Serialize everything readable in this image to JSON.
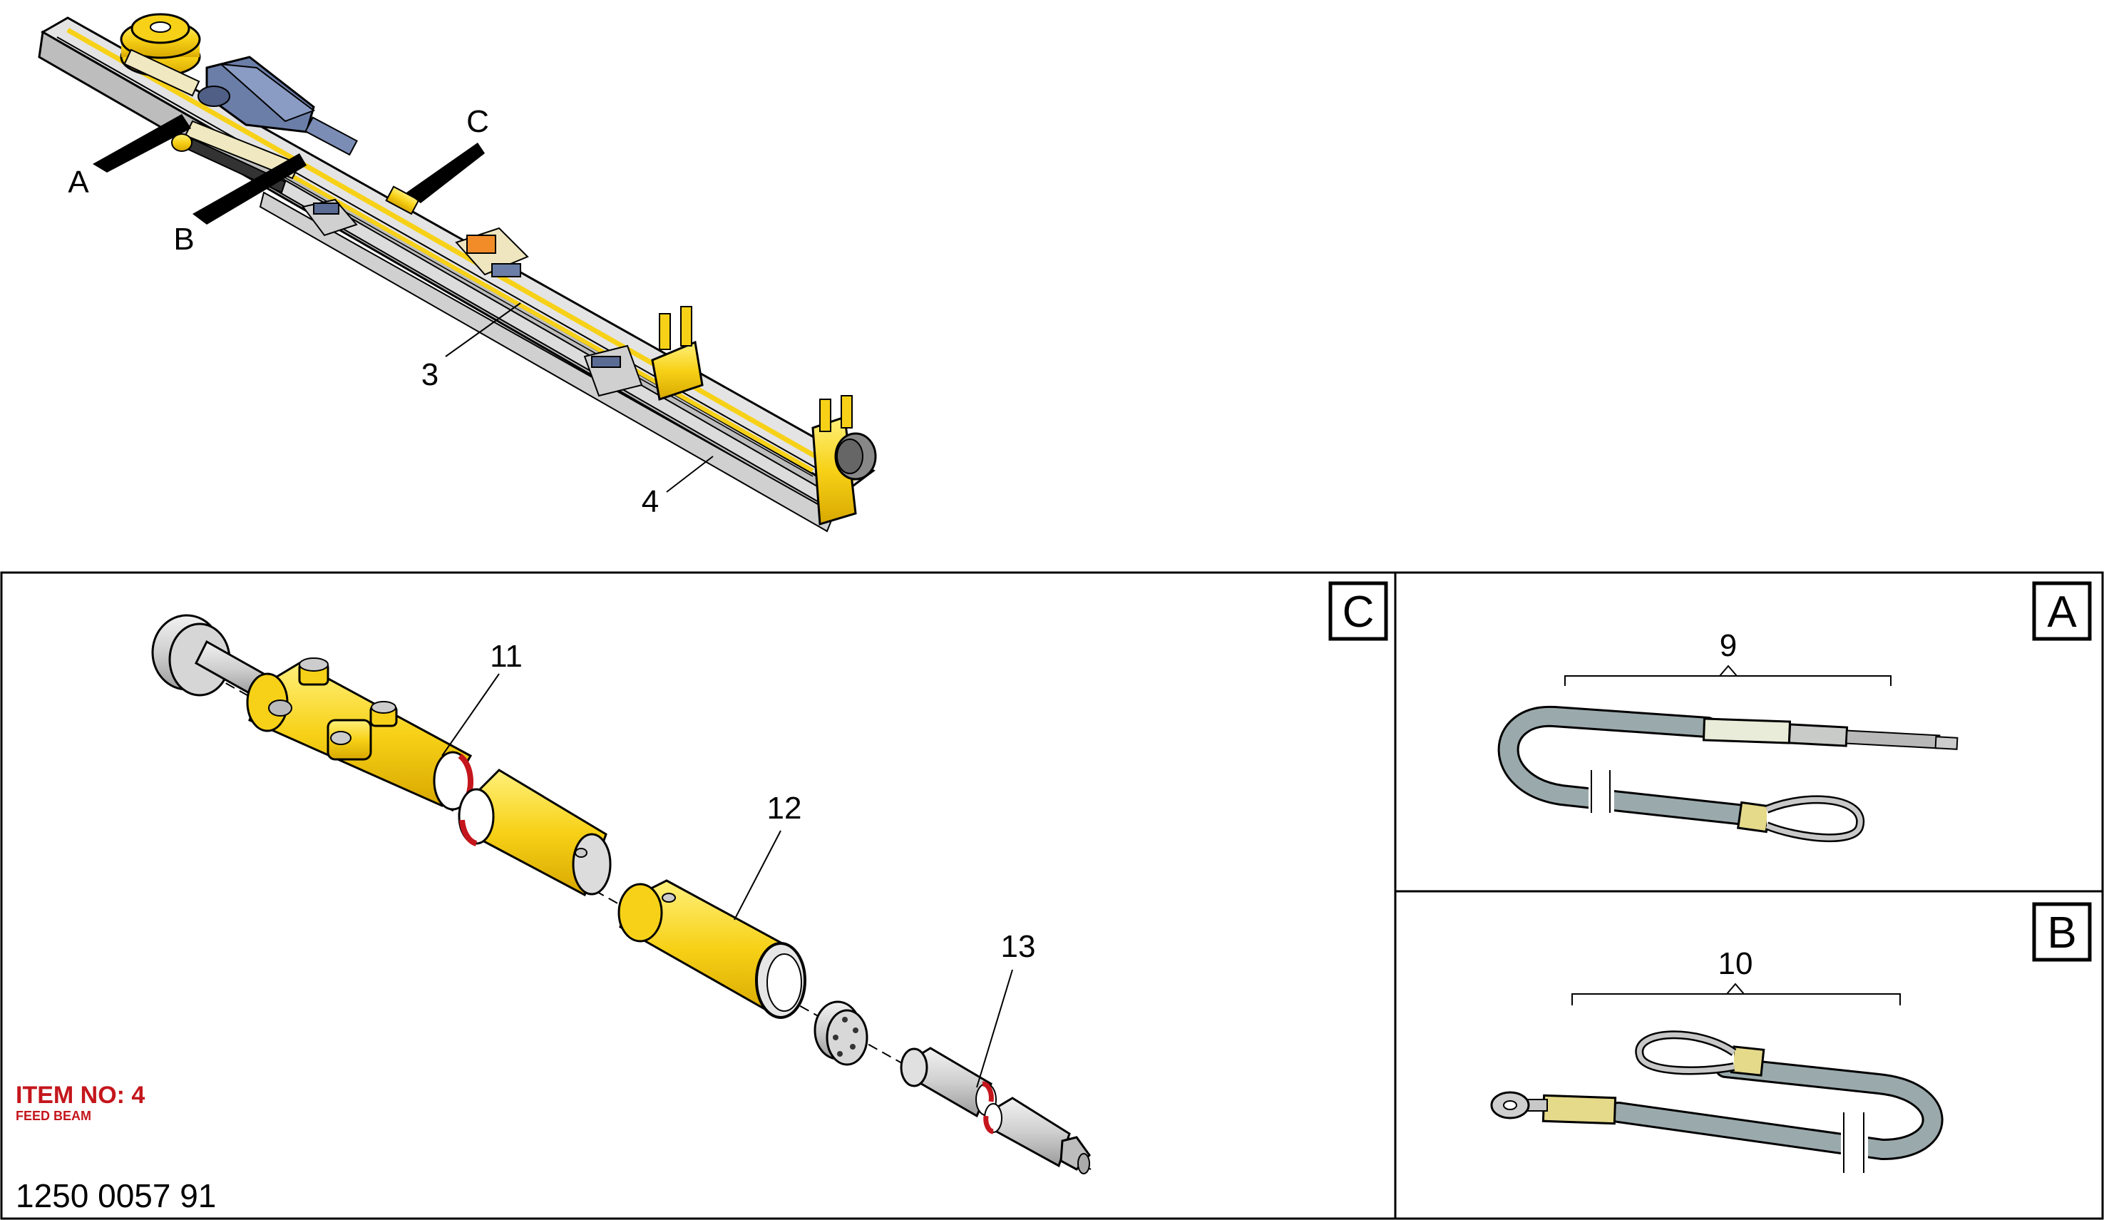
{
  "callouts": {
    "a": "A",
    "b": "B",
    "c": "C",
    "n3": "3",
    "n4": "4",
    "n9": "9",
    "n10": "10",
    "n11": "11",
    "n12": "12",
    "n13": "13"
  },
  "panels": {
    "c_label": "C",
    "a_label": "A",
    "b_label": "B"
  },
  "item": {
    "number_text": "ITEM NO: 4",
    "name_text": "FEED BEAM"
  },
  "document_number": "1250 0057 91",
  "colors": {
    "yellow": "#f7d117",
    "gray": "#c8c8c8",
    "blue_gray": "#6b7ea8",
    "cable": "#9aa9ac",
    "red": "#c4161c"
  }
}
